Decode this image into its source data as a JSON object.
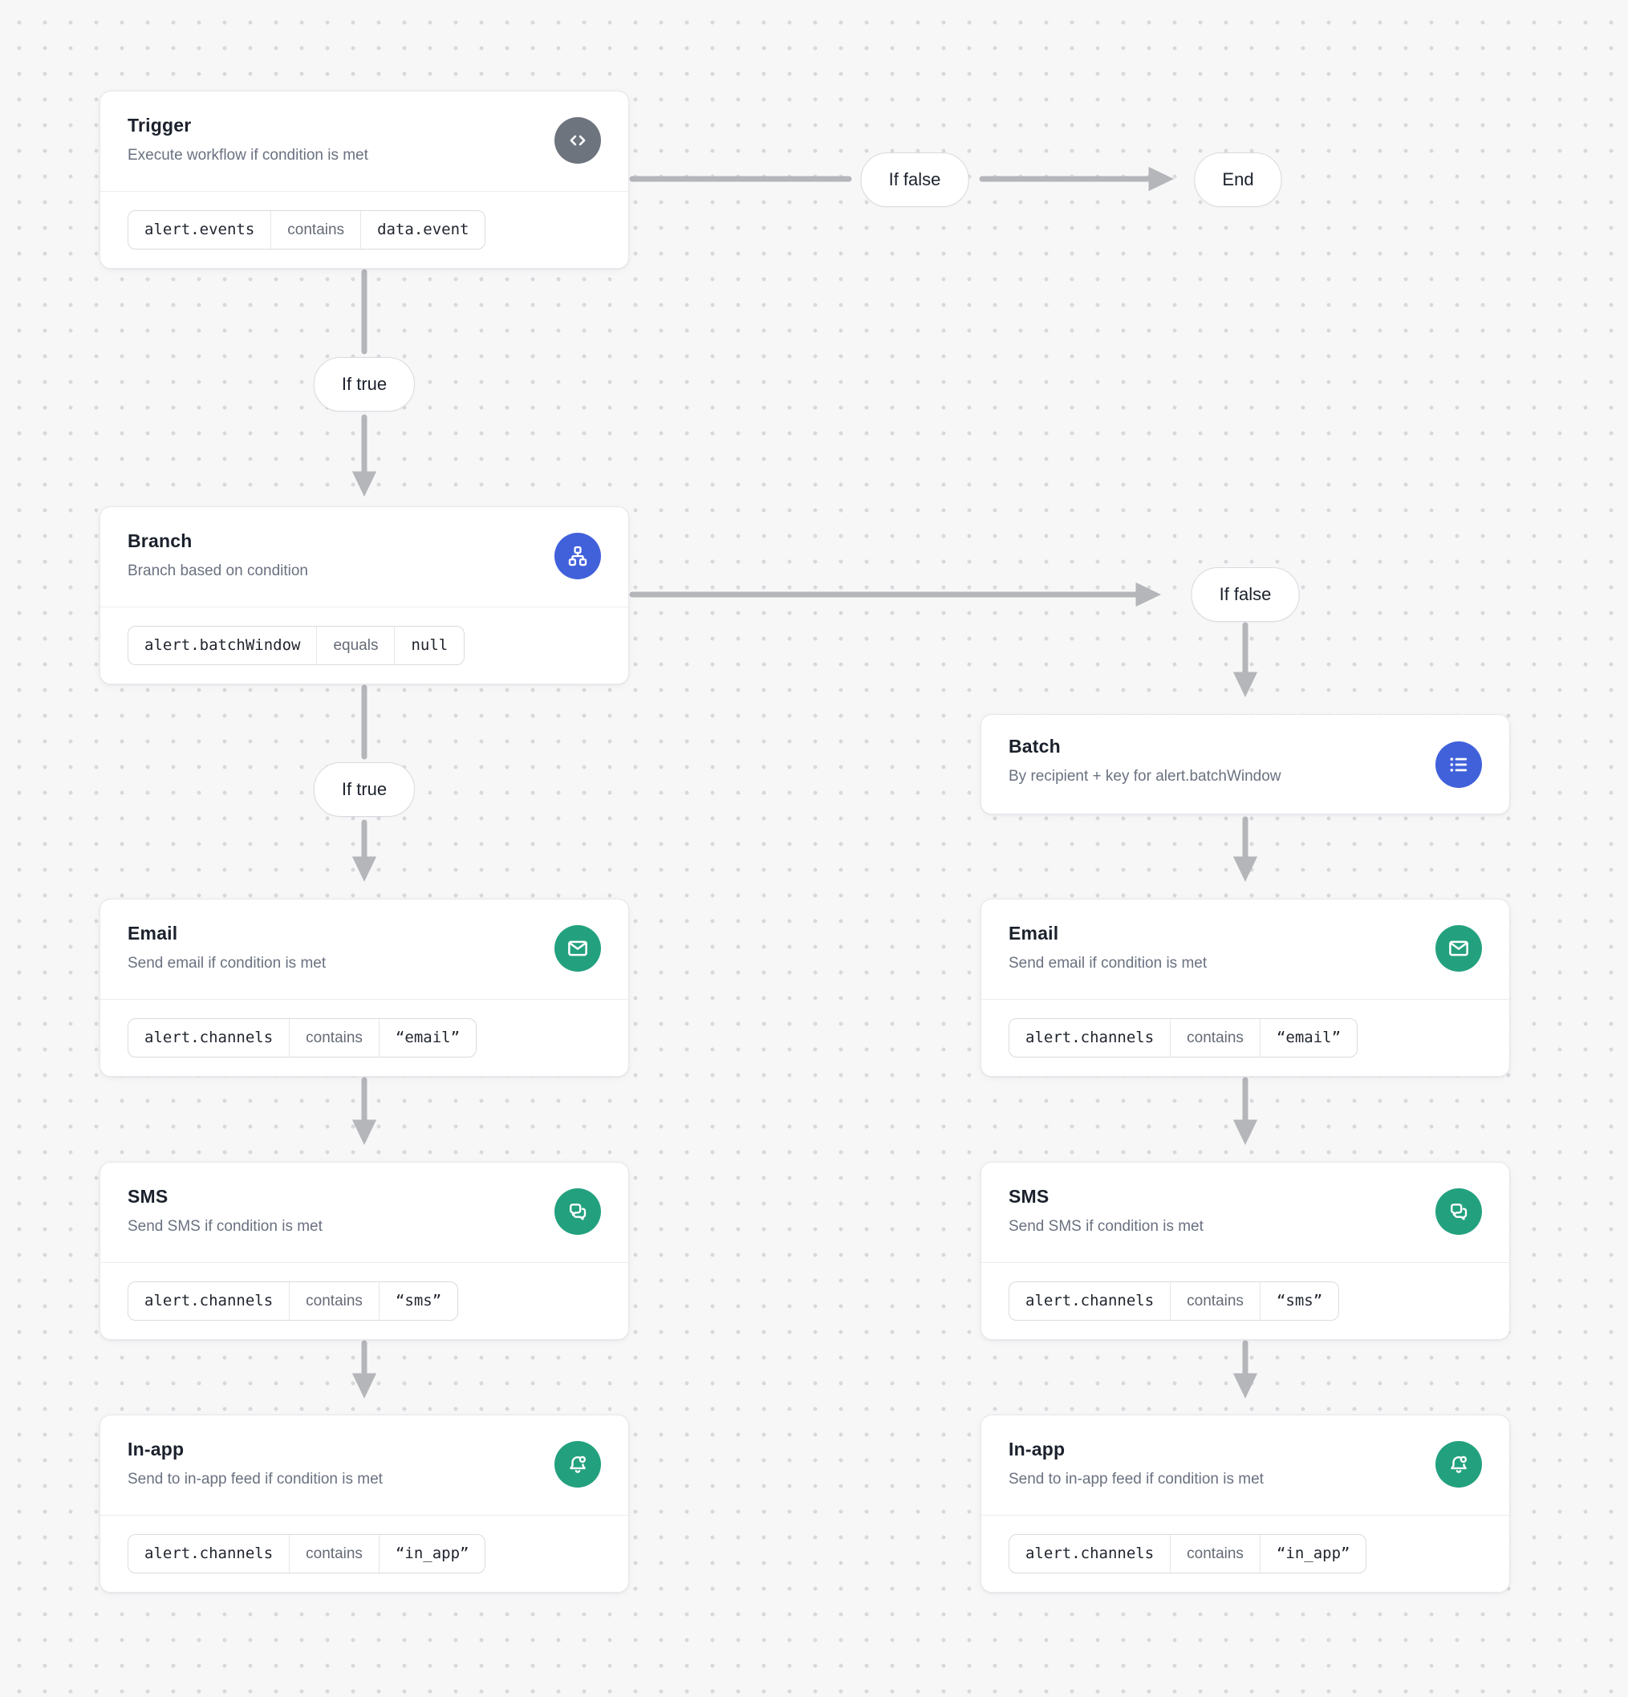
{
  "colors": {
    "background": "#f7f7f8",
    "dot_grid": "#d9d9dc",
    "card_border": "#e6e7ea",
    "arrow": "#b4b6ba",
    "accent_blue": "#4161db",
    "accent_green": "#23a17f",
    "accent_gray": "#6e747e",
    "title_text": "#1b212c",
    "subtitle_text": "#6a7180"
  },
  "edge_labels": {
    "if_true": "If true",
    "if_false": "If false",
    "end": "End"
  },
  "nodes": {
    "trigger": {
      "title": "Trigger",
      "subtitle": "Execute workflow if condition is met",
      "icon": "code-icon",
      "condition": {
        "field": "alert.events",
        "operator": "contains",
        "value": "data.event"
      }
    },
    "branch": {
      "title": "Branch",
      "subtitle": "Branch based on condition",
      "icon": "sitemap-icon",
      "condition": {
        "field": "alert.batchWindow",
        "operator": "equals",
        "value": "null"
      }
    },
    "batch": {
      "title": "Batch",
      "subtitle": "By recipient + key for alert.batchWindow",
      "icon": "list-icon"
    },
    "email": {
      "title": "Email",
      "subtitle": "Send email if condition is met",
      "icon": "envelope-icon",
      "condition": {
        "field": "alert.channels",
        "operator": "contains",
        "value": "“email”"
      }
    },
    "sms": {
      "title": "SMS",
      "subtitle": "Send SMS if condition is met",
      "icon": "chat-bubbles-icon",
      "condition": {
        "field": "alert.channels",
        "operator": "contains",
        "value": "“sms”"
      }
    },
    "in_app": {
      "title": "In-app",
      "subtitle": "Send to in-app feed if condition is met",
      "icon": "bell-badge-icon",
      "condition": {
        "field": "alert.channels",
        "operator": "contains",
        "value": "“in_app”"
      }
    }
  }
}
